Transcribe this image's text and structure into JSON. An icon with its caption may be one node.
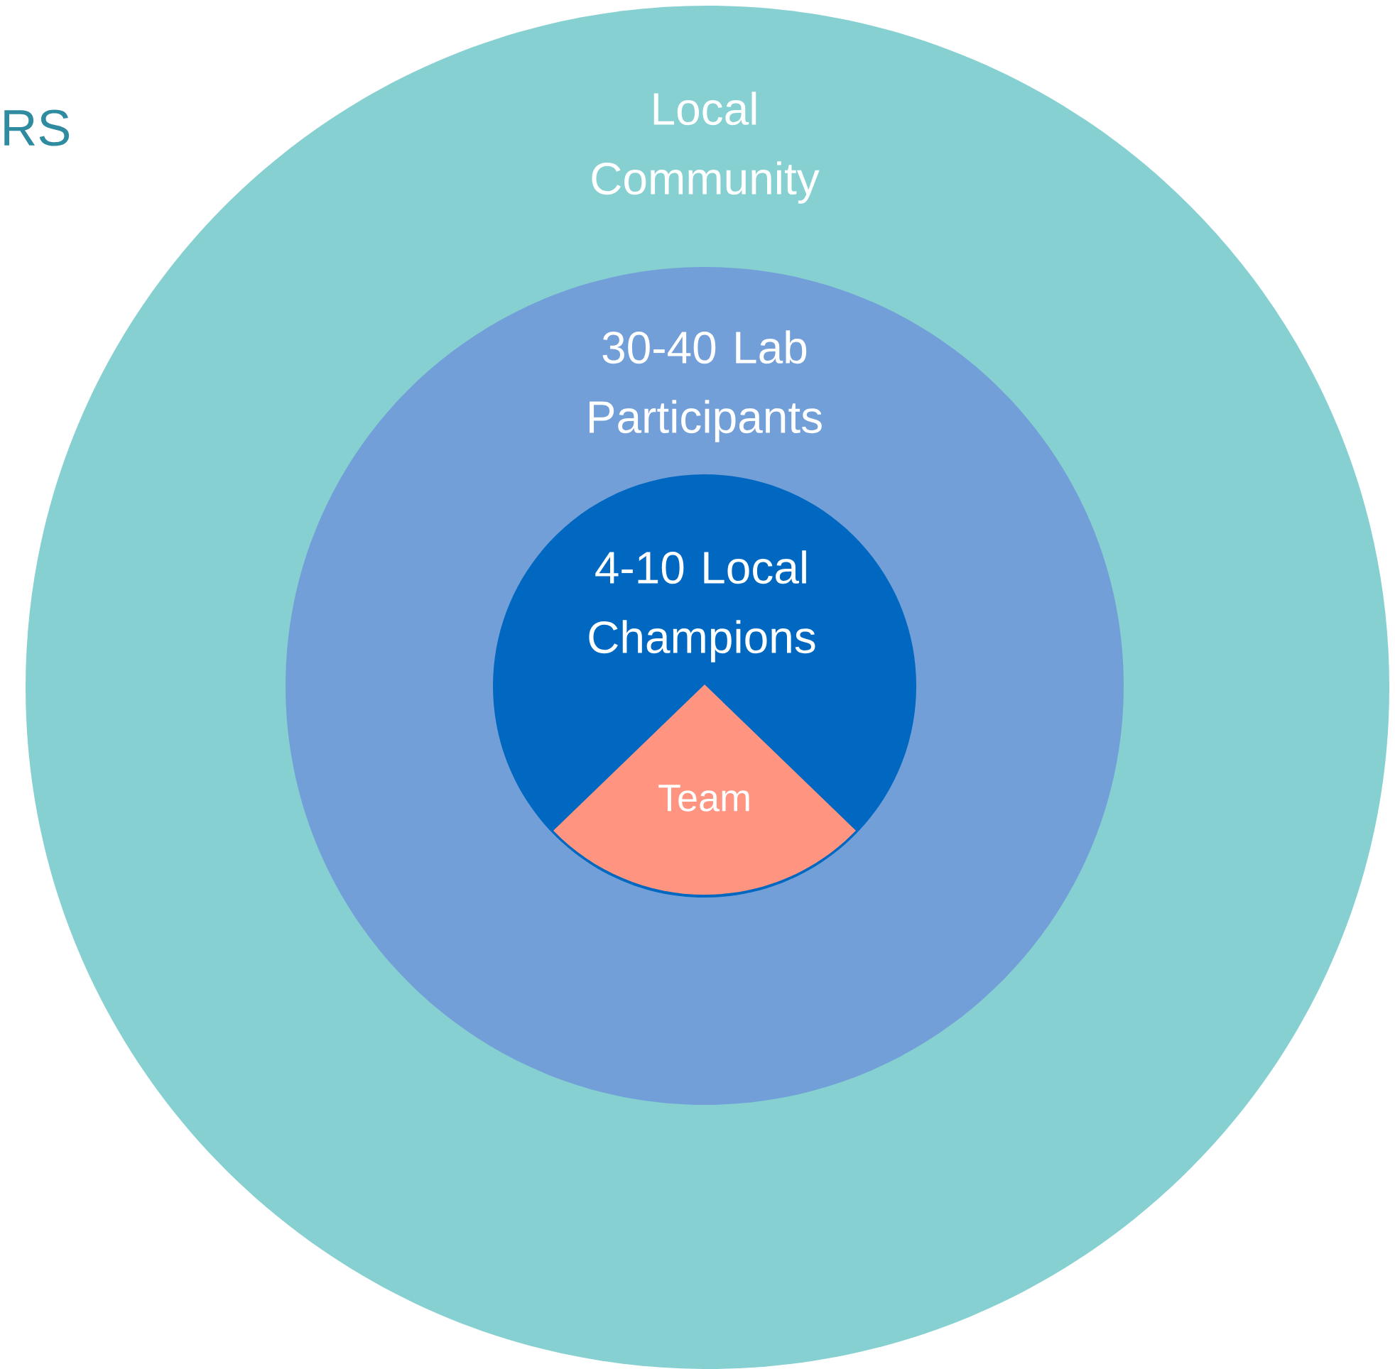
{
  "diagram": {
    "nodes": [
      {
        "text": [
          "Local Community"
        ]
      },
      {
        "text": [
          "30-40 Lab Participants"
        ],
        "in": 0
      },
      {
        "text": [
          "4-10 Local Champions"
        ],
        "in": 1
      },
      {
        "text": [
          "Team"
        ],
        "in": 2
      }
    ],
    "labels": [
      "RS"
    ]
  }
}
